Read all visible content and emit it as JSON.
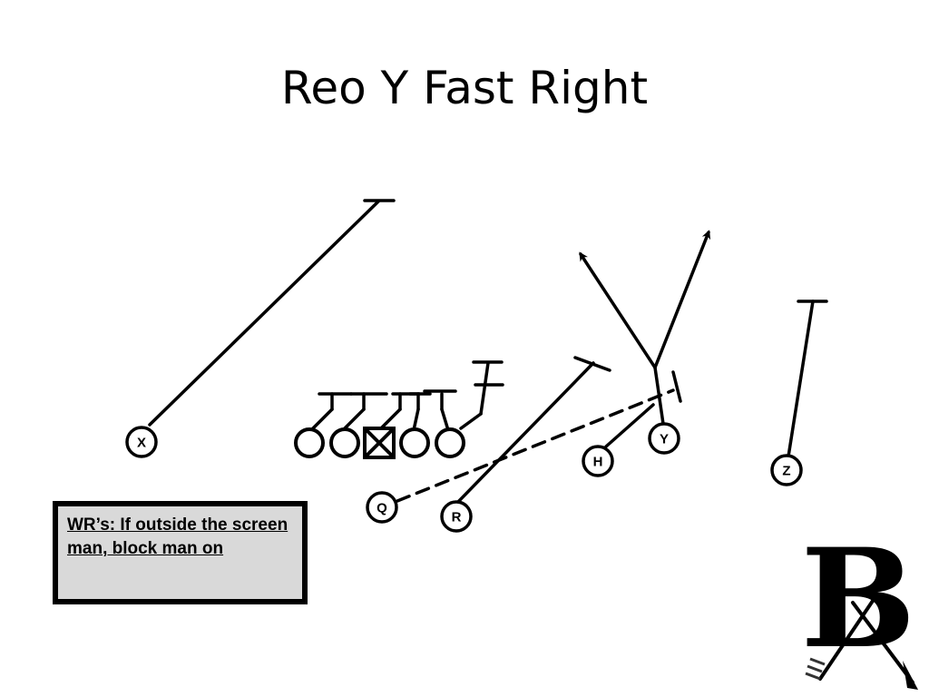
{
  "title": "Reo Y Fast Right",
  "note": "WR’s: If outside the screen man, block man on",
  "players": {
    "x": "X",
    "q": "Q",
    "r": "R",
    "h": "H",
    "y": "Y",
    "z": "Z"
  },
  "colors": {
    "ink": "#000000",
    "note_background": "#d9d9d9",
    "background": "#ffffff"
  },
  "logo": {
    "text": "B"
  }
}
